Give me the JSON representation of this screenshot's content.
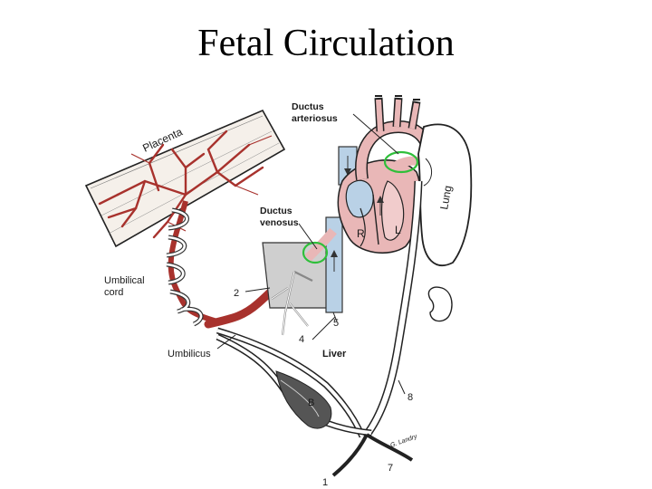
{
  "slide": {
    "title": "Fetal Circulation"
  },
  "diagram": {
    "labels": {
      "placenta": "Placenta",
      "ductus_arteriosus_line1": "Ductus",
      "ductus_arteriosus_line2": "arteriosus",
      "ductus_venosus_line1": "Ductus",
      "ductus_venosus_line2": "venosus",
      "lung": "Lung",
      "right_ventricle": "R",
      "left_ventricle": "L",
      "umbilical_cord_line1": "Umbilical",
      "umbilical_cord_line2": "cord",
      "umbilicus": "Umbilicus",
      "liver": "Liver",
      "bladder": "B",
      "num_1": "1",
      "num_2": "2",
      "num_4": "4",
      "num_5": "5",
      "num_7": "7",
      "num_8": "8",
      "signature": "G. Landry"
    },
    "colors": {
      "oxygenated_blood": "#a8322d",
      "mixed_blood": "#e9b7b7",
      "deoxygenated_blood": "#b9d1e6",
      "highlight_ring": "#2fbf3a",
      "liver_fill": "#cfcfcf",
      "outline": "#222222"
    }
  }
}
